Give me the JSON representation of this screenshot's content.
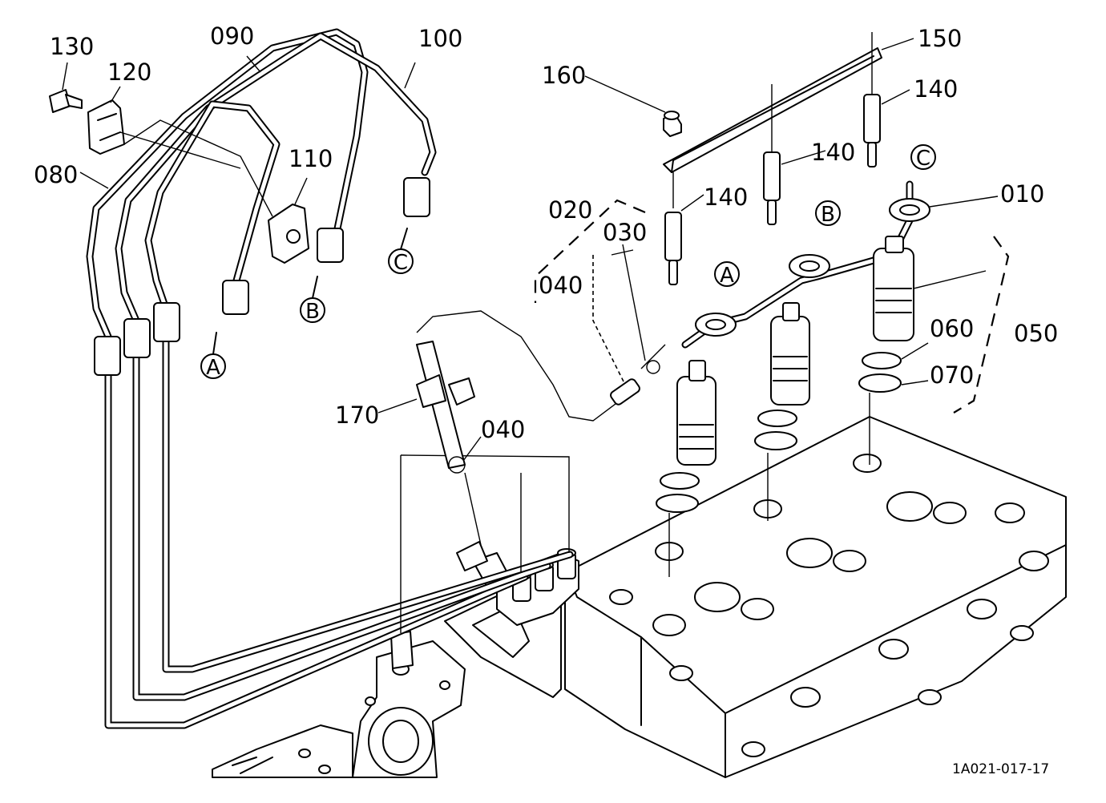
{
  "diagram": {
    "part_numbers": {
      "p010": "010",
      "p020": "020",
      "p030": "030",
      "p040a": "040",
      "p040b": "040",
      "p050": "050",
      "p060": "060",
      "p070": "070",
      "p080": "080",
      "p090": "090",
      "p100": "100",
      "p110": "110",
      "p120": "120",
      "p130": "130",
      "p140a": "140",
      "p140b": "140",
      "p140c": "140",
      "p150": "150",
      "p160": "160",
      "p170": "170"
    },
    "connectors": {
      "a_pipe": "A",
      "b_pipe": "B",
      "c_pipe": "C",
      "a_rail": "A",
      "b_rail": "B",
      "c_rail": "C"
    },
    "reference_code": "1A021-017-17"
  }
}
